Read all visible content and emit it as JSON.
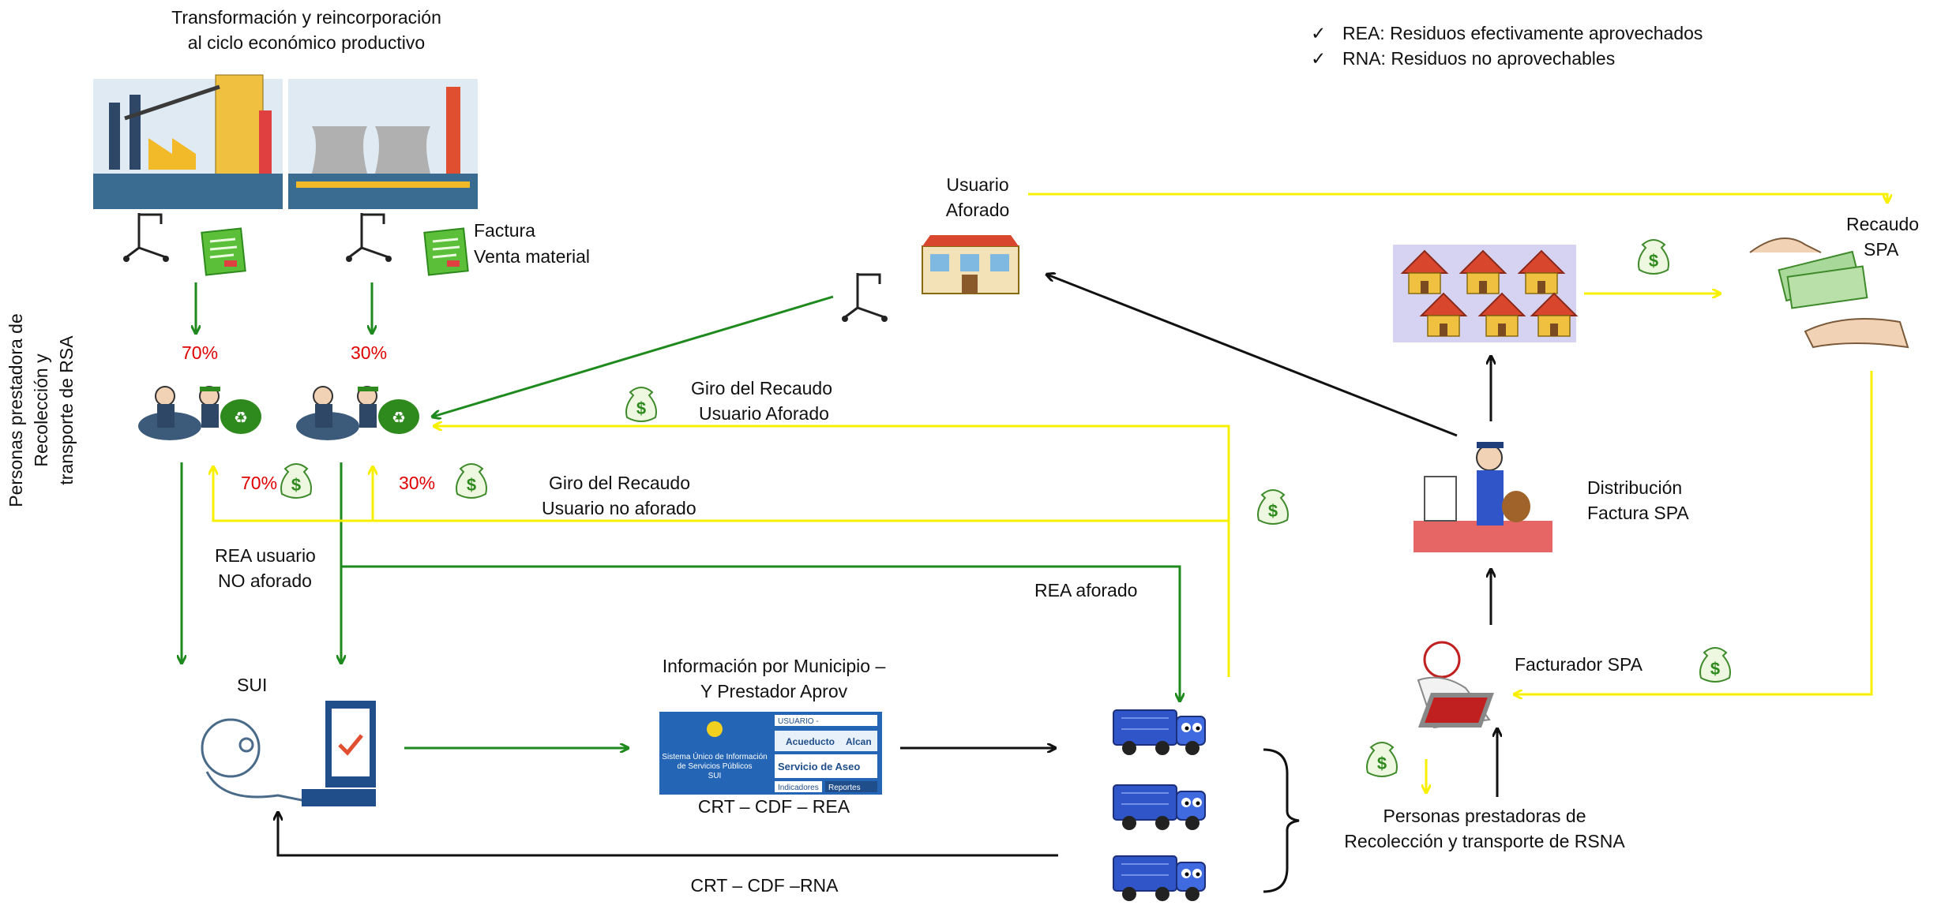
{
  "legend": {
    "check": "✓",
    "items": [
      "REA: Residuos efectivamente aprovechados",
      "RNA: Residuos no aprovechables"
    ]
  },
  "texts": {
    "transform_line1": "Transformación y reincorporación",
    "transform_line2": "al ciclo económico productivo",
    "factura_line1": "Factura",
    "factura_line2": "Venta material",
    "pct70_a": "70%",
    "pct30_a": "30%",
    "pct70_b": "70%",
    "pct30_b": "30%",
    "personas_rsa_line1": "Personas prestadora de",
    "personas_rsa_line2": "Recolección y",
    "personas_rsa_line3": "transporte de RSA",
    "usuario_line1": "Usuario",
    "usuario_line2": "Aforado",
    "giro_aforado_line1": "Giro del Recaudo",
    "giro_aforado_line2": "Usuario Aforado",
    "giro_no_line1": "Giro del Recaudo",
    "giro_no_line2": "Usuario no aforado",
    "rea_usuario_line1": "REA usuario",
    "rea_usuario_line2": "NO aforado",
    "rea_aforado": "REA aforado",
    "sui": "SUI",
    "info_line1": "Información por Municipio –",
    "info_line2": "Y Prestador Aprov",
    "crt_rea": "CRT – CDF – REA",
    "crt_rna": "CRT – CDF –RNA",
    "recaudo_line1": "Recaudo",
    "recaudo_line2": "SPA",
    "distrib_line1": "Distribución",
    "distrib_line2": "Factura SPA",
    "facturador": "Facturador SPA",
    "rsna_line1": "Personas prestadoras de",
    "rsna_line2": "Recolección y transporte de RSNA"
  },
  "sui_screen": {
    "header_text": "USUARIO -",
    "line1": "Sistema Único de Información",
    "line2": "de Servicios Públicos",
    "line3": "SUI",
    "tab1": "Acueducto",
    "tab2": "Alcan",
    "service": "Servicio de Aseo",
    "btn1": "Indicadores",
    "btn2": "Reportes"
  },
  "icons": {
    "money": "$"
  },
  "colors": {
    "green_arrow": "#1e8a1e",
    "yellow_arrow": "#f7f000",
    "black_arrow": "#111111",
    "percent_red": "#e00000"
  }
}
